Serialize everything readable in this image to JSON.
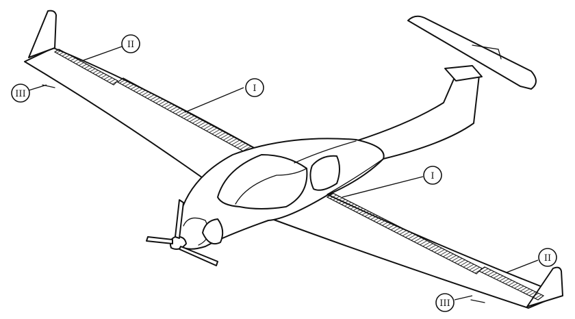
{
  "diagram": {
    "callouts": [
      {
        "id": "c1",
        "label": "I"
      },
      {
        "id": "c2",
        "label": "II"
      },
      {
        "id": "c3",
        "label": "III"
      },
      {
        "id": "c4",
        "label": "I"
      },
      {
        "id": "c5",
        "label": "II"
      },
      {
        "id": "c6",
        "label": "III"
      }
    ],
    "colors": {
      "ink": "#111111",
      "paper": "#ffffff"
    }
  }
}
